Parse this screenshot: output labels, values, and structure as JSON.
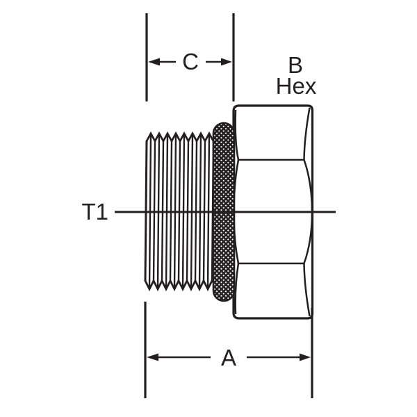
{
  "drawing": {
    "colors": {
      "ink": "#231f20",
      "background": "#ffffff"
    },
    "labels": {
      "dim_c": "C",
      "dim_a": "A",
      "hex_b": "B",
      "hex_word": "Hex",
      "thread": "T1"
    }
  }
}
